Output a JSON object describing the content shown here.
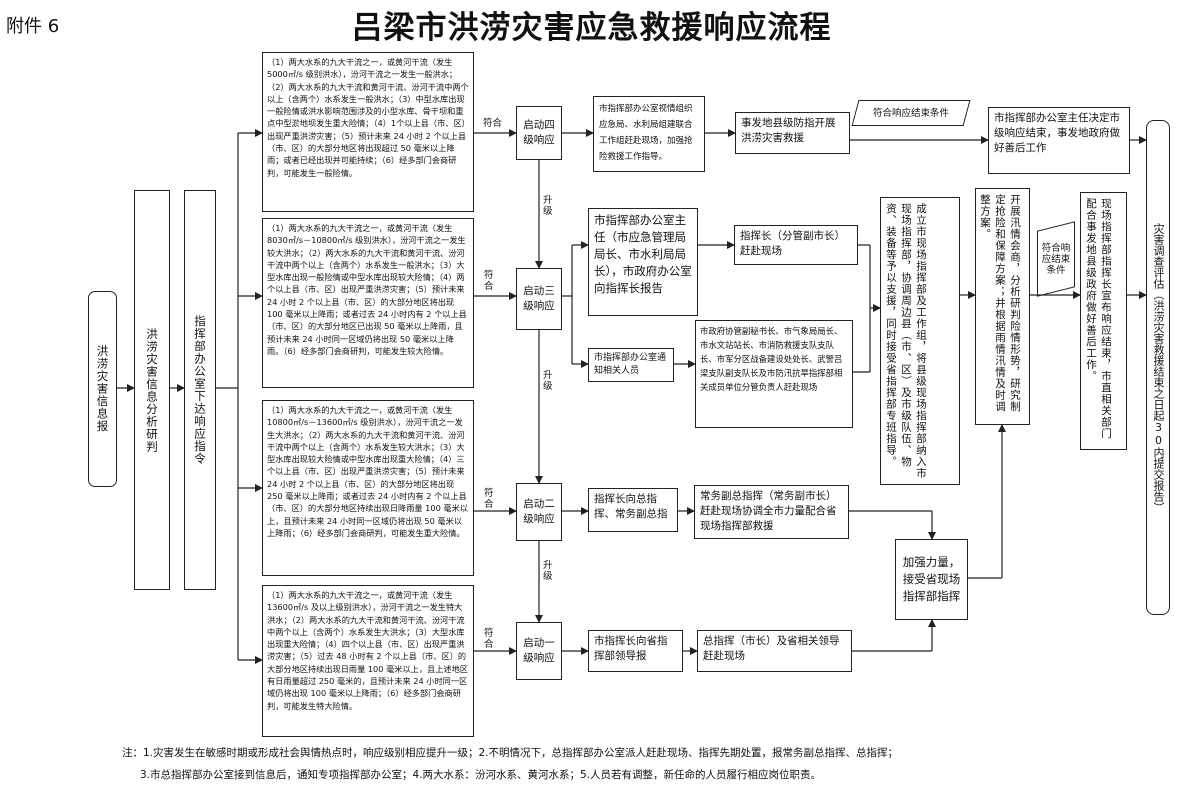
{
  "header": {
    "attachment": "附件 6",
    "title": "吕梁市洪涝灾害应急救援响应流程"
  },
  "left": {
    "report": "洪涝灾害信息报",
    "analysis": "洪涝灾害信息分析研判",
    "order": "指挥部办公室下达响应指令"
  },
  "conditions": {
    "level4": "（1）两大水系的九大干流之一，或黄河干流（发生 5000㎡/s 级别洪水），汾河干流之一发生一般洪水；（2）两大水系的九大干流和黄河干流、汾河干流中两个以上（含两个）水系发生一般洪水；（3）中型水库出现一般险情或洪水影响范围涉及的小型水库、骨干坝和重点中型淤地坝发生重大险情；（4）1个以上县（市、区）出现严重洪涝灾害；（5）预计未来 24 小时 2 个以上县（市、区）的大部分地区将出现超过 50 毫米以上降雨；或者已经出现并可能持续；（6）经多部门会商研判，可能发生一般险情。",
    "level3": "（1）两大水系的九大干流之一，或黄河干流（发生 8030㎡/s－10800㎡/s 级别洪水），汾河干流之一发生较大洪水；（2）两大水系的九大干流和黄河干流、汾河干流中两个以上（含两个）水系发生一般洪水；（3）大型水库出现一般险情或中型水库出现较大险情；（4）两个以上县（市、区）出现严重洪涝灾害；（5）预计未来 24 小时 2 个以上县（市、区）的大部分地区将出现 100 毫米以上降雨；或者过去 24 小时内有 2 个以上县（市、区）的大部分地区已出现 50 毫米以上降雨，且预计未来 24 小时同一区域仍将出现 50 毫米以上降雨。（6）经多部门会商研判，可能发生较大险情。",
    "level2": "（1）两大水系的九大干流之一，或黄河干流（发生 10800㎡/s－13600㎡/s 级别洪水），汾河干流之一发生大洪水；（2）两大水系的九大干流和黄河干流、汾河干流中两个以上（含两个）水系发生较大洪水；（3）大型水库出现较大险情或中型水库出现重大险情；（4）三个以上县（市、区）出现严重洪涝灾害；（5）预计未来 24 小时 2 个以上县（市、区）的大部分地区将出现 250 毫米以上降雨；或者过去 24 小时内有 2 个以上县（市、区）的大部分地区持续出现日降雨量 100 毫米以上，且预计未来 24 小时同一区域仍将出现 50 毫米以上降雨；（6）经多部门会商研判，可能发生重大险情。",
    "level1": "（1）两大水系的九大干流之一，或黄河干流（发生 13600㎡/s 及以上级别洪水），汾河干流之一发生特大洪水；（2）两大水系的九大干流和黄河干流、汾河干流中两个以上（含两个）水系发生大洪水；（3）大型水库出现重大险情；（4）四个以上县（市、区）出现严重洪涝灾害；（5）过去 48 小时有 2 个以上县（市、区）的大部分地区持续出现日雨量 100 毫米以上，且上述地区有日雨量超过 250 毫米的，且预计未来 24 小时同一区域仍将出现 100 毫米以上降雨；（6）经多部门会商研判，可能发生特大险情。"
  },
  "labels": {
    "fuhe": "符合",
    "shengji": "升级"
  },
  "levels": {
    "l4": "启动四级响应",
    "l3": "启动三级响应",
    "l2": "启动二级响应",
    "l1": "启动一级响应"
  },
  "l4_flow": {
    "step1": "市指挥部办公室视情组织应急局、水利局组建联合工作组赶赴现场，加强抢险救援工作指导。",
    "step2": "事发地县级防指开展洪涝灾害救援",
    "end_condition": "符合响应结束条件",
    "decide_end": "市指挥部办公室主任决定市级响应结束，事发地政府做好善后工作"
  },
  "l3_flow": {
    "director": "市指挥部办公室主任（市应急管理局局长、市水利局局长），市政府办公室向指挥长报告",
    "commander": "指挥长（分管副市长）赶赴现场",
    "notify": "市指挥部办公室通知相关人员",
    "officials": "市政府协管副秘书长、市气象局局长、市水文站站长、市消防救援支队支队长、市军分区战备建设处处长、武警吕梁支队副支队长及市防汛抗旱指挥部相关成员单位分管负责人赶赴现场"
  },
  "middle": {
    "establish": "成立市现场指挥部及工作组，将县级现场指挥部纳入市现场指挥部，协调周边县（市、区）及市级队伍、物资、装备等予以支援，同时接受省指挥部专班指导。",
    "rescue": "开展汛情会商，分析研判险情形势，研究制定抢险和保障方案；并根据雨情汛情及时调整方案。",
    "end_condition2": "符合响应结束条件",
    "onsite_end": "现场指挥部指挥长宣布响应结束，市直相关部门配合事发地县级政府做好善后工作。"
  },
  "assessment": "灾害调查评估（洪涝灾害救援结束之日起30内提交报告）",
  "l2_flow": {
    "report": "指挥长向总指挥、常务副总指",
    "deputy": "常务副总指挥（常务副市长）赶赴现场协调全市力量配合省现场指挥部救援",
    "strengthen": "加强力量，接受省现场指挥部指挥"
  },
  "l1_flow": {
    "report": "市指挥长向省指挥部领导报",
    "chief": "总指挥（市长）及省相关领导赶赴现场"
  },
  "notes": {
    "line1": "注：1.灾害发生在敏感时期或形成社会舆情热点时，响应级别相应提升一级；2.不明情况下，总指挥部办公室派人赶赴现场、指挥先期处置，报常务副总指挥、总指挥；",
    "line2": "3.市总指挥部办公室接到信息后，通知专项指挥部办公室；4.两大水系：汾河水系、黄河水系；5.人员若有调整，新任命的人员履行相应岗位职责。"
  }
}
